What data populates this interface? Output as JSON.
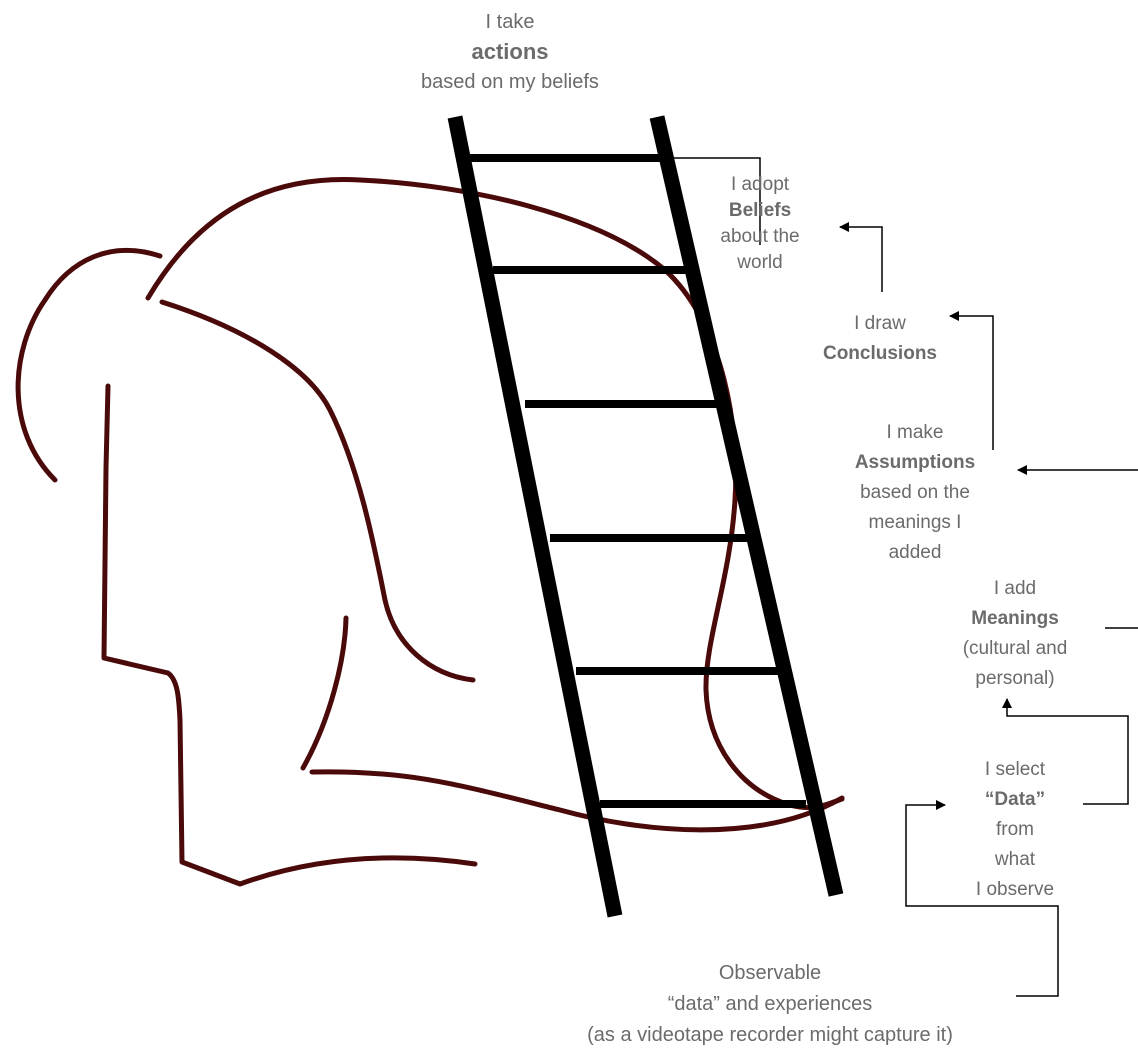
{
  "diagram": {
    "top": {
      "line1": "I take",
      "bold": "actions",
      "line3": "based on my beliefs"
    },
    "beliefs": {
      "line1": "I adopt",
      "bold": "Beliefs",
      "line3": "about the",
      "line4": "world"
    },
    "conclusions": {
      "line1": "I draw",
      "bold": "Conclusions"
    },
    "assumptions": {
      "line1": "I make",
      "bold": "Assumptions",
      "line3": "based on the",
      "line4": "meanings I",
      "line5": "added"
    },
    "meanings": {
      "line1": "I add",
      "bold": "Meanings",
      "line3": "(cultural and",
      "line4": "personal)"
    },
    "data": {
      "line1": "I select",
      "bold": "“Data”",
      "line3": "from",
      "line4": "what",
      "line5": "I observe"
    },
    "observable": {
      "line1": "Observable",
      "line2": "“data” and experiences",
      "line3": "(as a videotape recorder might capture it)"
    }
  },
  "colors": {
    "ladder": "#000000",
    "head": "#4a0a0a",
    "text": "#6b6b6b"
  }
}
